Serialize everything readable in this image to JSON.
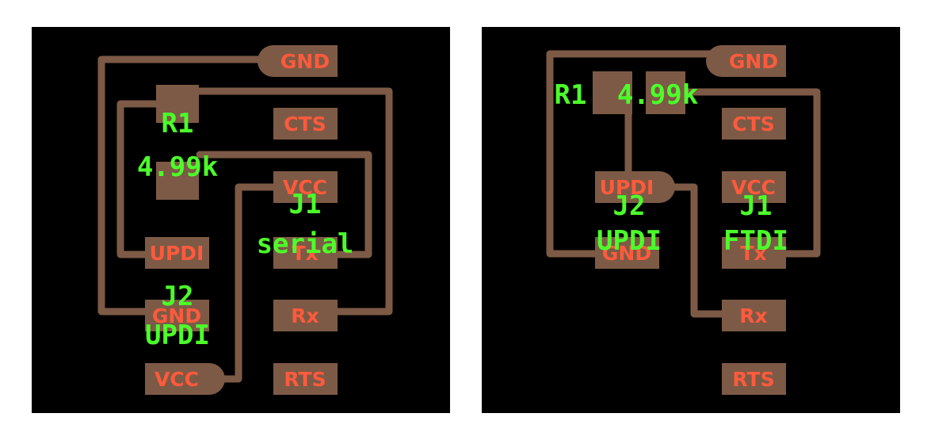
{
  "colors": {
    "background": "#000000",
    "copper": "#7d5a46",
    "pad_label": "#ff5a3c",
    "silkscreen": "#4cff2a"
  },
  "boards": [
    {
      "pads": {
        "gnd": "GND",
        "cts": "CTS",
        "vcc": "VCC",
        "tx": "Tx",
        "rx": "Rx",
        "rts": "RTS",
        "updi": "UPDI",
        "j2_gnd": "GND",
        "j2_vcc": "VCC"
      },
      "silkscreen": {
        "r1_ref": "R1",
        "r1_value": "4.99k",
        "j1_ref": "J1",
        "j1_value": "serial",
        "j2_ref": "J2",
        "j2_value": "UPDI"
      }
    },
    {
      "pads": {
        "gnd": "GND",
        "cts": "CTS",
        "vcc": "VCC",
        "tx": "Tx",
        "rx": "Rx",
        "rts": "RTS",
        "updi": "UPDI",
        "j2_gnd": "GND"
      },
      "silkscreen": {
        "r1_ref": "R1",
        "r1_value": "4.99k",
        "j1_ref": "J1",
        "j1_value": "FTDI",
        "j2_ref": "J2",
        "j2_value": "UPDI"
      }
    }
  ]
}
